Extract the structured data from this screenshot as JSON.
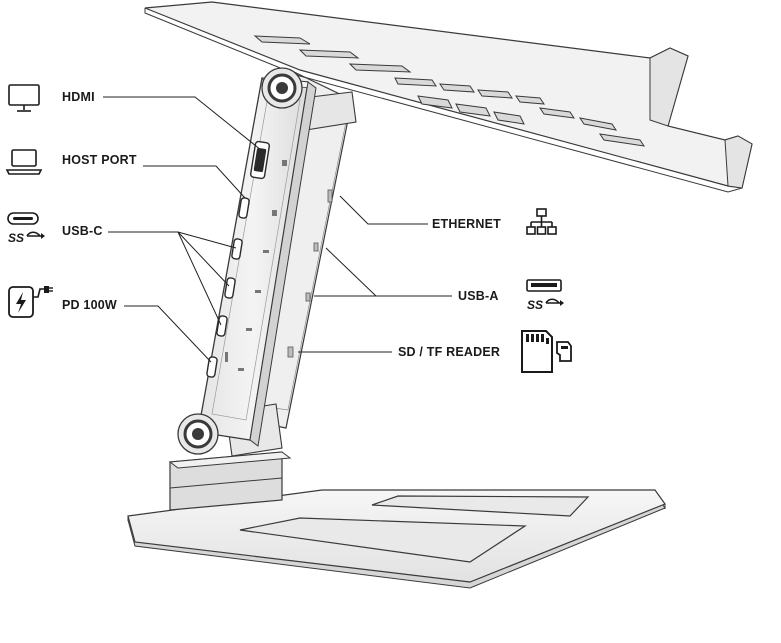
{
  "labels": {
    "hdmi": "HDMI",
    "host_port": "HOST PORT",
    "usb_c": "USB-C",
    "pd": "PD 100W",
    "ethernet": "ETHERNET",
    "usb_a": "USB-A",
    "sd_tf": "SD / TF READER"
  },
  "icons": {
    "hdmi": "monitor-icon",
    "host_port": "laptop-icon",
    "usb_c": "usb-c-ss-icon",
    "pd": "charging-plug-icon",
    "ethernet": "network-icon",
    "usb_a": "usb-a-ss-icon",
    "sd_tf": "sd-card-icon"
  },
  "usb_logo_text": "SS",
  "colors": {
    "line": "#222222",
    "stroke": "#3a3a3a",
    "metal": "#eeeeee",
    "metal_dark": "#cfcfcf"
  }
}
